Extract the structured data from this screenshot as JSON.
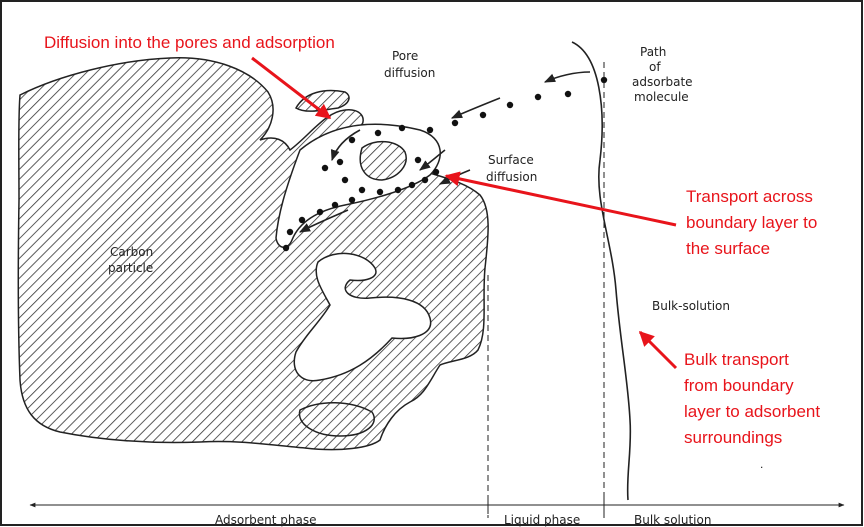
{
  "labels": {
    "pore_diffusion_1": "Pore",
    "pore_diffusion_2": "diffusion",
    "path_1": "Path",
    "path_2": "of",
    "path_3": "adsorbate",
    "path_4": "molecule",
    "surface_diffusion_1": "Surface",
    "surface_diffusion_2": "diffusion",
    "carbon_1": "Carbon",
    "carbon_2": "particle",
    "bulk_solution": "Bulk-solution"
  },
  "annotations": {
    "diffusion": "Diffusion into the pores and adsorption",
    "transport_1": "Transport across",
    "transport_2": "boundary layer to",
    "transport_3": "the surface",
    "bulk_1": "Bulk transport",
    "bulk_2": "from boundary",
    "bulk_3": "layer to adsorbent",
    "bulk_4": "surroundings"
  },
  "phases": {
    "adsorbent": "Adsorbent phase",
    "liquid": "Liquid phase",
    "bulk": "Bulk solution"
  },
  "colors": {
    "annotation": "#e8141b",
    "ink": "#222222"
  }
}
